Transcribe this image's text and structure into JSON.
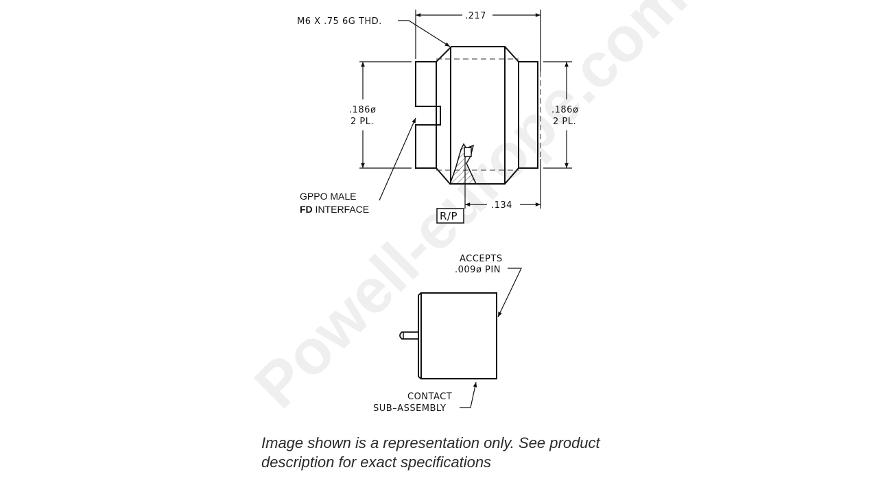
{
  "drawing": {
    "title": "GPPO Male FD Interface connector drawing",
    "thread_callout": "M6 X .75 6G THD.",
    "overall_length": ".217",
    "left_diameter": {
      "value": ".186ø",
      "note": "2 PL."
    },
    "right_diameter": {
      "value": ".186ø",
      "note": "2 PL."
    },
    "interface_label": {
      "line1": "GPPO MALE",
      "line2_bold": "FD",
      "line2_rest": " INTERFACE"
    },
    "reference_plane": "R/P",
    "rp_dimension": ".134",
    "pin_note": {
      "line1": "ACCEPTS",
      "line2": ".009ø  PIN"
    },
    "contact_label": {
      "line1": "CONTACT",
      "line2": "SUB–ASSEMBLY"
    },
    "watermark": "Powell-europe.com"
  },
  "caption": {
    "line1": "Image shown is a representation only. See product",
    "line2": "description for exact specifications"
  }
}
